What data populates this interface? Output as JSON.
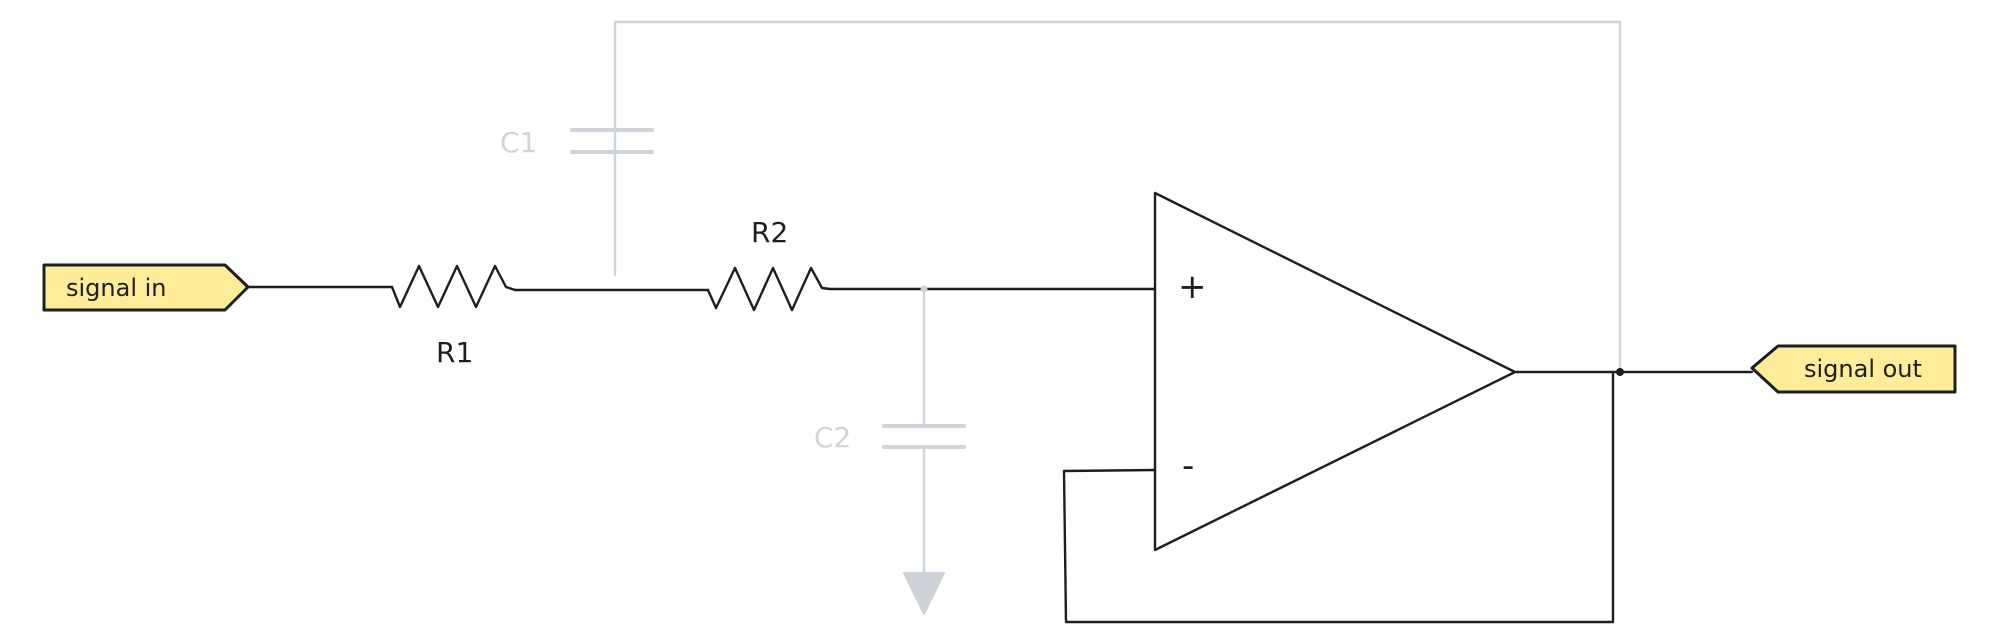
{
  "diagram": {
    "input_tag": {
      "label": "signal in",
      "fill": "#ffec99"
    },
    "output_tag": {
      "label": "signal out",
      "fill": "#ffec99"
    },
    "components": {
      "r1": {
        "label": "R1"
      },
      "r2": {
        "label": "R2"
      },
      "c1": {
        "label": "C1"
      },
      "c2": {
        "label": "C2"
      }
    },
    "opamp": {
      "plus_sign": "+",
      "minus_sign": "-"
    },
    "colors": {
      "ink": "#1e1e1e",
      "muted": "#ced4da",
      "tag_fill": "#ffec99"
    }
  }
}
